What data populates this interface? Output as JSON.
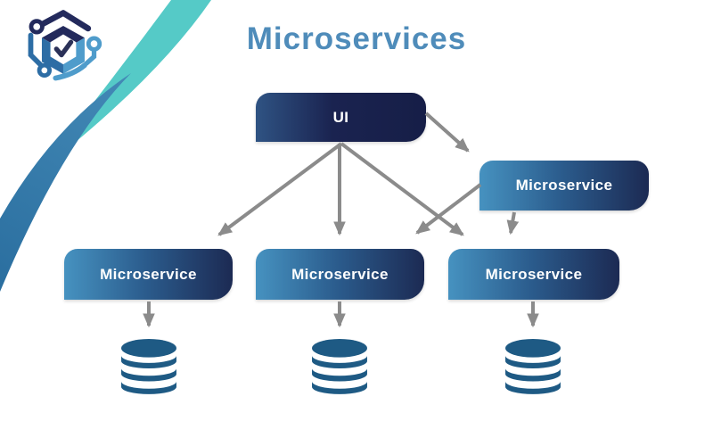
{
  "title": "Microservices",
  "logo": {
    "icon": "hexagon-cube-check-logo"
  },
  "diagram": {
    "nodes": [
      {
        "id": "ui",
        "label": "UI"
      },
      {
        "id": "ms-right",
        "label": "Microservice"
      },
      {
        "id": "ms-1",
        "label": "Microservice"
      },
      {
        "id": "ms-2",
        "label": "Microservice"
      },
      {
        "id": "ms-3",
        "label": "Microservice"
      }
    ],
    "edges": [
      {
        "from": "ui",
        "to": "ms-1"
      },
      {
        "from": "ui",
        "to": "ms-2"
      },
      {
        "from": "ui",
        "to": "ms-3"
      },
      {
        "from": "ui",
        "to": "ms-right"
      },
      {
        "from": "ms-right",
        "to": "ms-2"
      },
      {
        "from": "ms-right",
        "to": "ms-3"
      },
      {
        "from": "ms-1",
        "to": "db-1"
      },
      {
        "from": "ms-2",
        "to": "db-2"
      },
      {
        "from": "ms-3",
        "to": "db-3"
      }
    ],
    "databases": [
      {
        "id": "db-1",
        "icon": "database-icon"
      },
      {
        "id": "db-2",
        "icon": "database-icon"
      },
      {
        "id": "db-3",
        "icon": "database-icon"
      }
    ]
  },
  "colors": {
    "title_text": "#4F8CBA",
    "node_label_text": "#FFFFFF",
    "node_gradient_light": "#4692C0",
    "node_gradient_dark": "#1C2A53",
    "ui_gradient_left": "#2F5383",
    "ui_gradient_right": "#161E47",
    "arrow": "#8B8B8B",
    "database": "#1E5A84",
    "stripe_teal": "#55CAC7",
    "stripe_blue_light": "#4389B6",
    "stripe_blue_dark": "#2A6E9F"
  }
}
